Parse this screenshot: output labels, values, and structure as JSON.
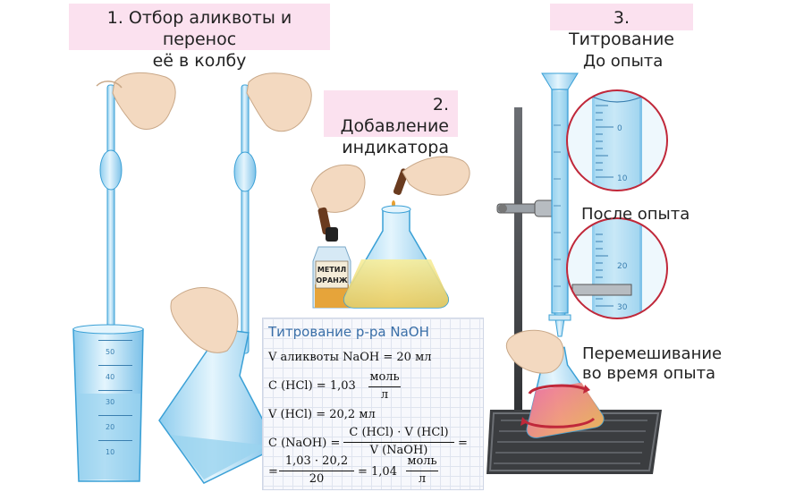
{
  "steps": {
    "step1_line1": "1. Отбор аликвоты и перенос",
    "step1_line2": "её в колбу",
    "step2_line1": "2. Добавление",
    "step2_line2": "индикатора",
    "step3": "3. Титрование"
  },
  "annotations": {
    "before": "До опыта",
    "after": "После опыта",
    "mixing_line1": "Перемешивание",
    "mixing_line2": "во время опыта"
  },
  "bottle_label_line1": "МЕТИЛ",
  "bottle_label_line2": "ОРАНЖ",
  "scale_before": [
    "0",
    "10"
  ],
  "scale_after": [
    "20",
    "30"
  ],
  "beaker_scale": [
    "50",
    "40",
    "30",
    "20",
    "10"
  ],
  "calculation": {
    "title": "Титрование р-ра NaOH",
    "line1": "V  аликвоты NaOH = 20 мл",
    "line2_lhs": "C (HCl) = 1,03",
    "line2_num": "моль",
    "line2_den": "л",
    "line3": "V  (HCl) = 20,2 мл",
    "line4_lhs": "C (NaOH) =",
    "line4_num": "C (HCl) · V (HCl)",
    "line4_den": "V (NaOH)",
    "line4_eq": "=",
    "line5_eq": "=",
    "line5_num": "1,03 · 20,2",
    "line5_den": "20",
    "line5_mid": "= 1,04",
    "line5_unit_num": "моль",
    "line5_unit_den": "л"
  },
  "colors": {
    "label_bg": "#fbe1ef",
    "glass": "#bfe3f5",
    "glass_edge": "#3aa0d6",
    "magnifier_ring": "#c0283a",
    "solution_yellow": "#f3e07a",
    "solution_pink": "#e8508a",
    "calc_title": "#3a6fa8"
  }
}
